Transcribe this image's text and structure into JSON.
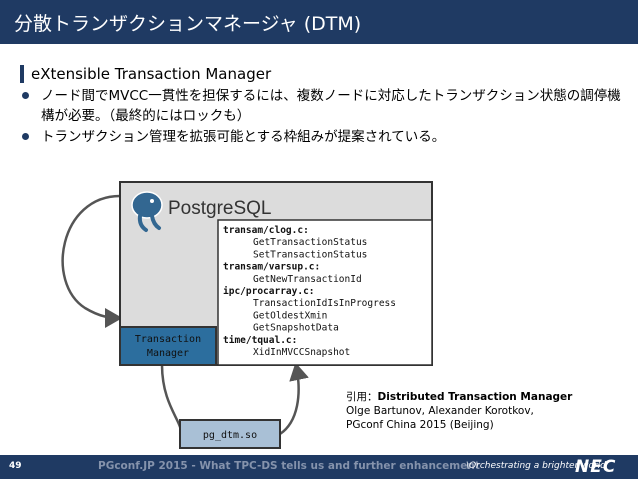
{
  "slide": {
    "title": "分散トランザクションマネージャ (DTM)",
    "heading": "eXtensible Transaction Manager",
    "bullets": [
      "ノード間でMVCC一貫性を担保するには、複数ノードに対応したトランザクション状態の調停機構が必要。（最終的にはロックも）",
      "トランザクション管理を拡張可能とする枠組みが提案されている。"
    ]
  },
  "diagram": {
    "logo_text": "PostgreSQL",
    "tm_label_line1": "Transaction",
    "tm_label_line2": "Manager",
    "lib_label": "pg_dtm.so",
    "code_lines": [
      {
        "text": "transam/clog.c:",
        "bold": true
      },
      {
        "text": "GetTransactionStatus",
        "bold": false
      },
      {
        "text": "SetTransactionStatus",
        "bold": false
      },
      {
        "text": "transam/varsup.c:",
        "bold": true
      },
      {
        "text": "GetNewTransactionId",
        "bold": false
      },
      {
        "text": "ipc/procarray.c:",
        "bold": true
      },
      {
        "text": "TransactionIdIsInProgress",
        "bold": false
      },
      {
        "text": "GetOldestXmin",
        "bold": false
      },
      {
        "text": "GetSnapshotData",
        "bold": false
      },
      {
        "text": "time/tqual.c:",
        "bold": true
      },
      {
        "text": "XidInMVCCSnapshot",
        "bold": false
      }
    ],
    "colors": {
      "box_fill": "#dcdcdc",
      "tm_fill": "#2c6e9e",
      "lib_fill": "#a9c0d6",
      "stroke": "#333333"
    }
  },
  "citation": {
    "prefix": "引用：",
    "title": "Distributed Transaction Manager",
    "authors": "Olge Bartunov, Alexander Korotkov,",
    "venue": "PGconf China 2015 (Beijing)"
  },
  "footer": {
    "page": "49",
    "text": "PGconf.JP 2015 - What TPC-DS tells us and further enhancement",
    "tagline": "\\Orchestrating a brighter world",
    "logo": "NEC"
  }
}
